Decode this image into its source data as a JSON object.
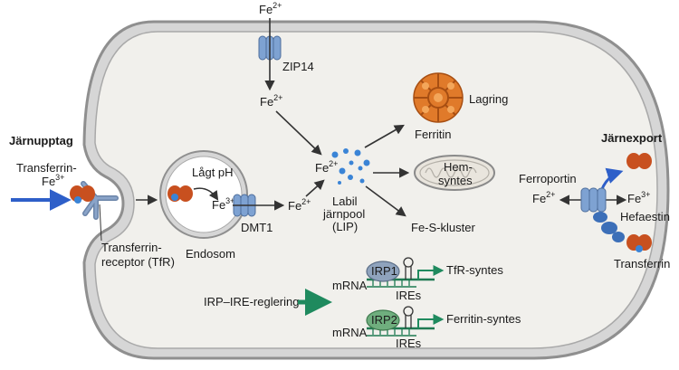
{
  "ion": {
    "fe2": "Fe",
    "fe3": "Fe",
    "plus2": "2+",
    "plus3": "3+"
  },
  "labels": {
    "uptake_title": "Järnupptag",
    "transferrin_prefix": "Transferrin-",
    "tfr_line1": "Transferrin-",
    "tfr_line2": "receptor (TfR)",
    "endosome": "Endosom",
    "low_ph": "Lågt pH",
    "dmt1": "DMT1",
    "zip14": "ZIP14",
    "lip_line1": "Labil",
    "lip_line2": "järnpool",
    "lip_line3": "(LIP)",
    "ferritin": "Ferritin",
    "storage": "Lagring",
    "heme_line1": "Hem-",
    "heme_line2": "syntes",
    "fes_cluster": "Fe-S-kluster",
    "export_title": "Järnexport",
    "ferroportin": "Ferroportin",
    "hephaestin": "Hefaestin",
    "transferrin": "Transferrin",
    "irp_ire": "IRP–IRE-reglering",
    "mrna": "mRNA",
    "ires": "IREs",
    "irp1": "IRP1",
    "irp2": "IRP2",
    "tfr_synthesis": "TfR-syntes",
    "ferritin_synthesis": "Ferritin-syntes"
  },
  "colors": {
    "membrane_outer": "#8f8f8f",
    "membrane_fill": "#d6d6d6",
    "cytoplasm": "#f1f0ec",
    "transferrin_protein": "#c8501f",
    "iron_dot": "#3a84d6",
    "channel": "#7ea2d2",
    "ferritin": "#e07a2a",
    "irp": "#8fa3bd",
    "irp2": "#6fae7e",
    "green_arrow": "#1f8a5e",
    "blue_arrow": "#2e5fc9"
  },
  "icons": {
    "ferritin": "ferritin-cage-icon",
    "mitochondrion": "mitochondrion-icon",
    "channel": "membrane-channel-icon",
    "transferrin": "transferrin-protein-icon"
  }
}
